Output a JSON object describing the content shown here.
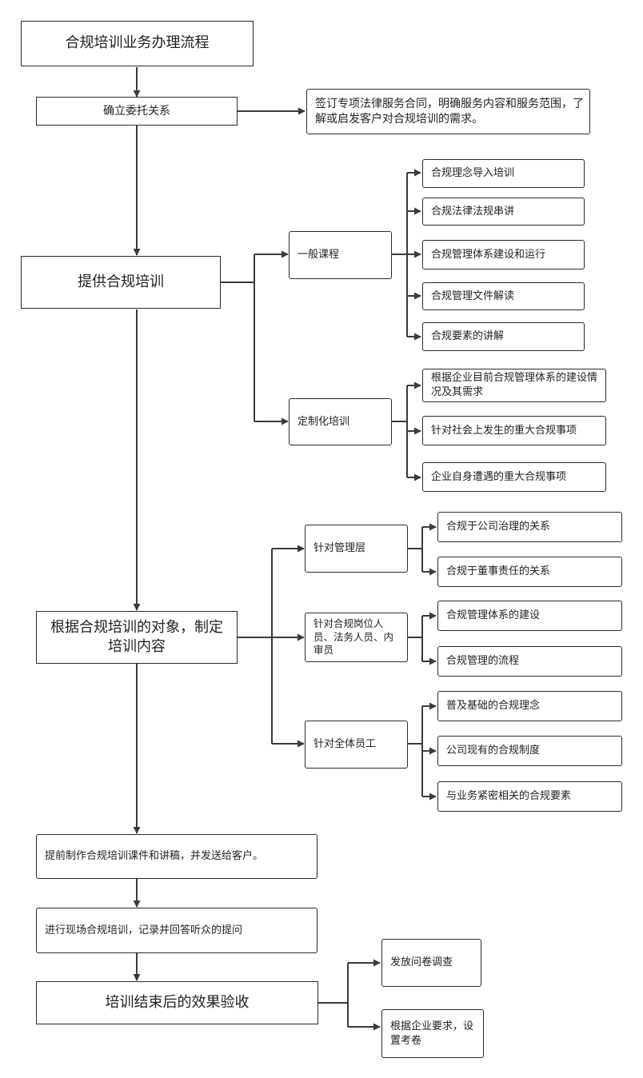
{
  "title": "合规培训业务办理流程",
  "main_steps": {
    "establish": "确立委托关系",
    "establish_note": "签订专项法律服务合同，明确服务内容和服务范围，了解或启发客户对合规培训的需求。",
    "provide": "提供合规培训",
    "content_by_target": "根据合规培训的对象，制定培训内容",
    "prepare": "提前制作合规培训课件和讲稿，并发送给客户。",
    "conduct": "进行现场合规培训，记录并回答听众的提问",
    "acceptance": "培训结束后的效果验收"
  },
  "general_course": {
    "label": "一般课程",
    "items": [
      "合规理念导入培训",
      "合规法律法规串讲",
      "合规管理体系建设和运行",
      "合规管理文件解读",
      "合规要素的讲解"
    ]
  },
  "custom_training": {
    "label": "定制化培训",
    "items": [
      "根据企业目前合规管理体系的建设情况及其需求",
      "针对社会上发生的重大合规事项",
      "企业自身遭遇的重大合规事项"
    ]
  },
  "targets": [
    {
      "label": "针对管理层",
      "items": [
        "合规于公司治理的关系",
        "合规于董事责任的关系"
      ]
    },
    {
      "label": "针对合规岗位人员、法务人员、内审员",
      "items": [
        "合规管理体系的建设",
        "合规管理的流程"
      ]
    },
    {
      "label": "针对全体员工",
      "items": [
        "普及基础的合规理念",
        "公司现有的合规制度",
        "与业务紧密相关的合规要素"
      ]
    }
  ],
  "acceptance_methods": [
    "发放问卷调查",
    "根据企业要求，设置考卷"
  ]
}
